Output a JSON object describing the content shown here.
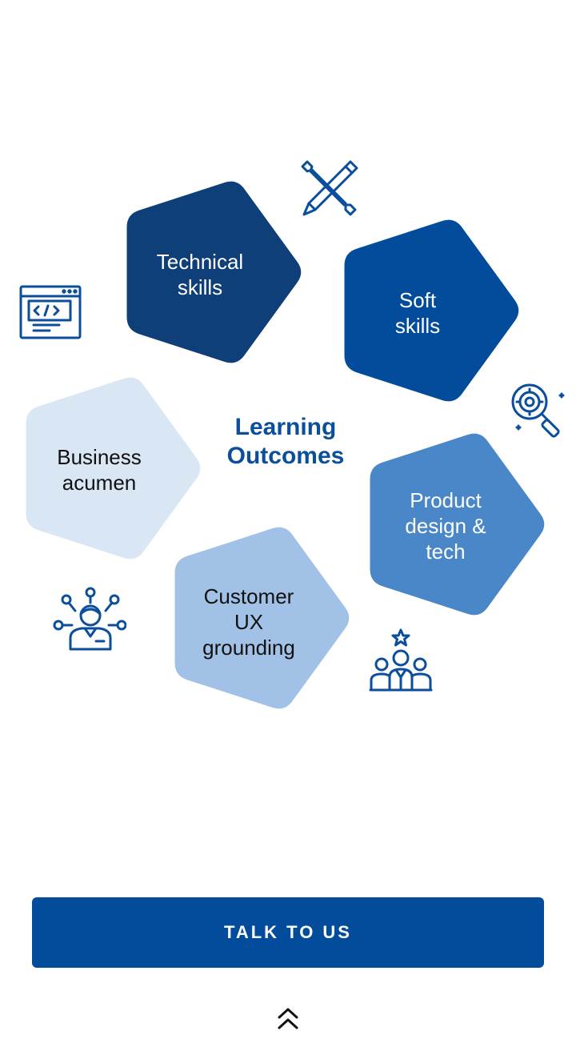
{
  "diagram": {
    "title": "Learning Outcomes",
    "colors": {
      "title": "#0b4f9c",
      "icon": "#0b4f9c"
    },
    "pentagons": [
      {
        "key": "technical",
        "lines": [
          "Technical",
          "skills"
        ],
        "color": "#0e3f78",
        "text": "light"
      },
      {
        "key": "soft",
        "lines": [
          "Soft",
          "skills"
        ],
        "color": "#024c9b",
        "text": "light"
      },
      {
        "key": "product",
        "lines": [
          "Product",
          "design &",
          "tech"
        ],
        "color": "#4a87c8",
        "text": "light"
      },
      {
        "key": "customer",
        "lines": [
          "Customer",
          "UX",
          "grounding"
        ],
        "color": "#a2c1e6",
        "text": "dark"
      },
      {
        "key": "business",
        "lines": [
          "Business",
          "acumen"
        ],
        "color": "#d9e6f4",
        "text": "dark"
      }
    ],
    "icons": [
      "code-window-icon",
      "wrench-pencil-icon",
      "gear-search-icon",
      "team-star-icon",
      "user-network-icon"
    ]
  },
  "cta": {
    "label": "TALK TO US",
    "color": "#024c9b"
  },
  "scroll_top": {
    "icon": "double-chevron-up-icon"
  }
}
